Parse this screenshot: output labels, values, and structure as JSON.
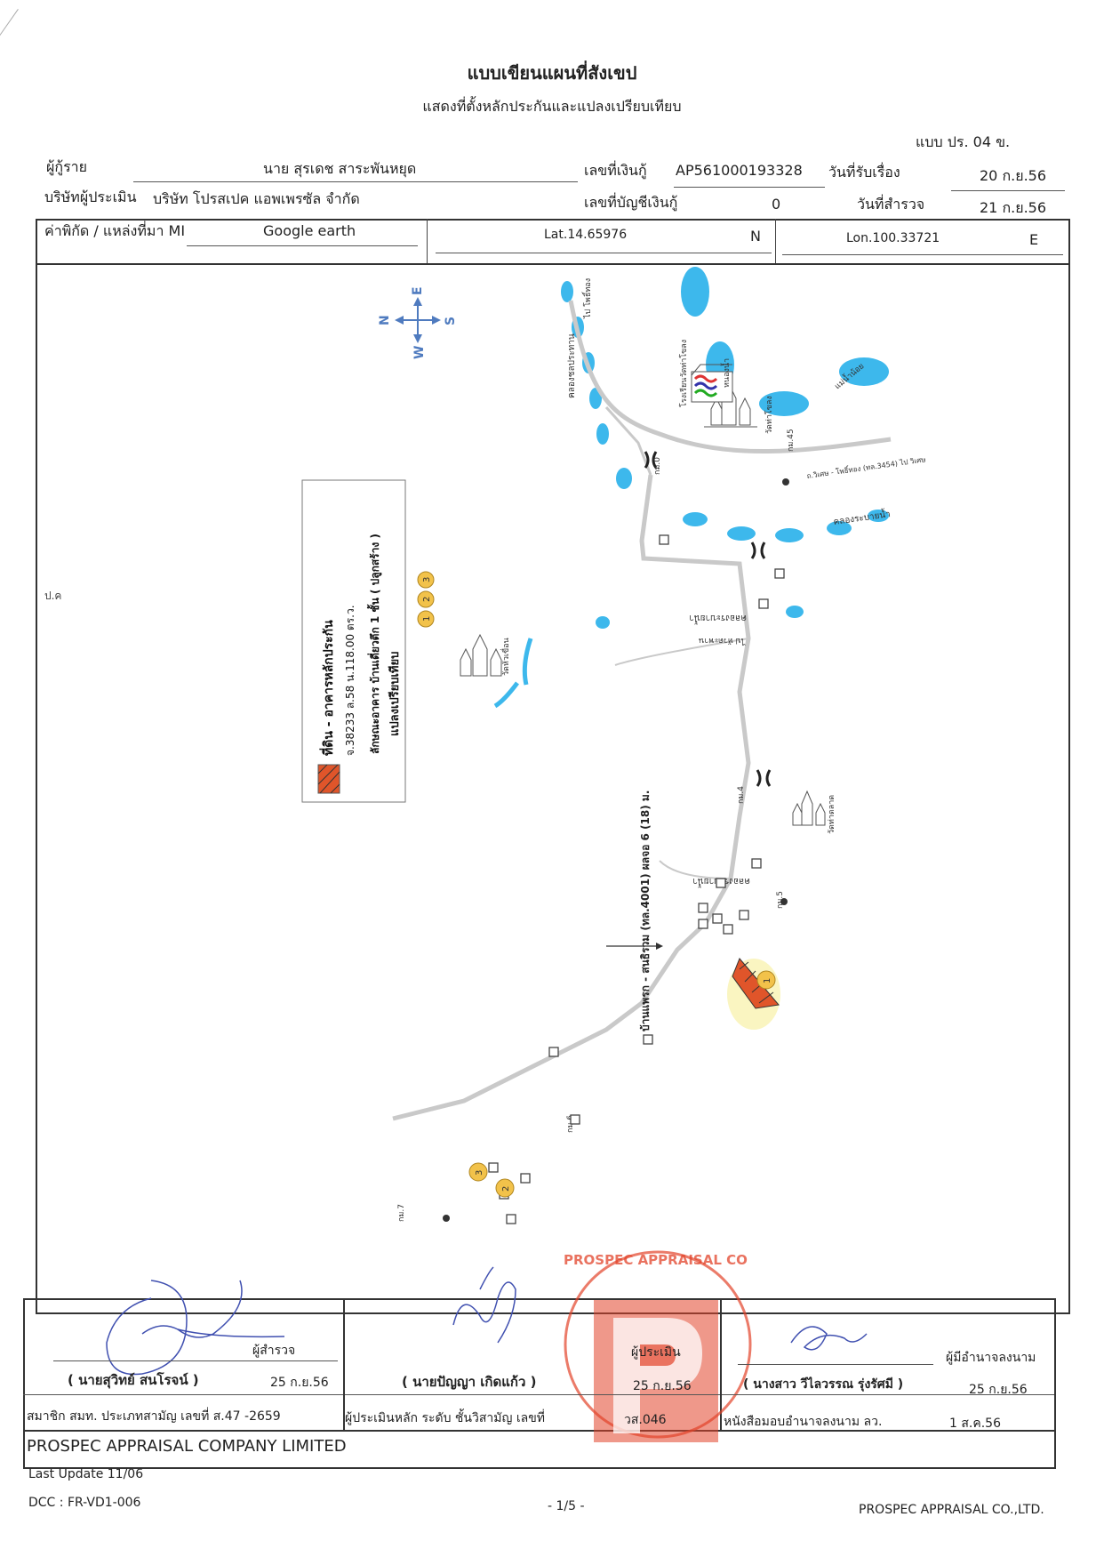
{
  "header": {
    "title": "แบบเขียนแผนที่สังเขป",
    "subtitle": "แสดงที่ตั้งหลักประกันและแปลงเปรียบเทียบ",
    "form_code": "แบบ ปร. 04 ข."
  },
  "info": {
    "borrower_label": "ผู้กู้ราย",
    "borrower_value": "นาย สุรเดช สาระพันหยุด",
    "loan_no_label": "เลขที่เงินกู้",
    "loan_no_value": "AP561000193328",
    "received_label": "วันที่รับเรื่อง",
    "received_value": "20 ก.ย.56",
    "appraiser_co_label": "บริษัทผู้ประเมิน",
    "appraiser_co_value": "บริษัท โปรสเปค แอพเพรซัล จำกัด",
    "account_no_label": "เลขที่บัญชีเงินกู้",
    "account_no_value": "0",
    "survey_date_label": "วันที่สำรวจ",
    "survey_date_value": "21 ก.ย.56",
    "coord_label": "ค่าพิกัด / แหล่งที่มา MI",
    "coord_source": "Google earth",
    "lat": "Lat.14.65976",
    "lat_dir": "N",
    "lon": "Lon.100.33721",
    "lon_dir": "E"
  },
  "map": {
    "compass": {
      "n": "N",
      "e": "E",
      "s": "S",
      "w": "W"
    },
    "legend": {
      "line1": "ที่ดิน - อาคารหลักประกัน",
      "line2": "จ.38233 ล.58 น.118.00 ตร.ว.",
      "line3": "ลักษณะอาคาร บ้านเดี่ยวตึก 1 ชั้น ( ปลูกสร้าง )",
      "compare_label": "แปลงเปรียบเทียบ",
      "markers": [
        "1",
        "2",
        "3"
      ]
    },
    "labels": {
      "road_main": "บ้านแพรก - สนธิรวม (ทล.4001) ผลจอ 6 (18) ม.",
      "canal_1": "คลองระบายน้ำ",
      "canal_2": "คลองระบายน้ำ",
      "canal_3": "คลองระบายน้ำ",
      "canal_4": "คลองชลประทาน",
      "road_top": "ไป โพธิ์ทอง",
      "road_rt": "ถ.วิเศษ - โพธิ์ทอง (ทล.3454) ไป วิเศษ",
      "road_left": "ไป หัวตะพาน",
      "temple_1": "วัดท่าโขลง",
      "temple_2": "วัดท่าตลาด",
      "temple_3": "วัดหัวเขื่อน",
      "km_0": "กม.0",
      "km_4": "กม.4",
      "km_5": "กม.5",
      "km_6": "กม.6",
      "km_7": "กม.7",
      "km_45": "กม.45",
      "pond_1": "หนองน้ำ",
      "pond_2": "แม่น้ำน้อย",
      "school": "โรงเรียนวัดท่าโขลง",
      "edge_top": "ป.ค",
      "marker_1": "1",
      "marker_2": "2",
      "marker_3": "3"
    }
  },
  "signatures": {
    "surveyor_role": "ผู้สำรวจ",
    "surveyor_name": "( นายสุวิทย์   สนโรจน์ )",
    "surveyor_date": "25 ก.ย.56",
    "surveyor_member": "สมาชิก สมท. ประเภทสามัญ  เลขที่  ส.47 -2659",
    "appraiser_role": "ผู้ประเมิน",
    "appraiser_name": "( นายปัญญา  เกิดแก้ว )",
    "appraiser_date": "25 ก.ย.56",
    "appraiser_level": "ผู้ประเมินหลัก ระดับ ชั้นวิสามัญ  เลขที่",
    "appraiser_no": "วส.046",
    "authorized_role": "ผู้มีอำนาจลงนาม",
    "authorized_name": "( นางสาว วีไลวรรณ  รุ่งรัศมี  )",
    "authorized_date": "25 ก.ย.56",
    "authorized_doc": "หนังสือมอบอำนาจลงนาม  ลว.",
    "authorized_doc_date": "1 ส.ค.56",
    "stamp_text": "PROSPEC APPRAISAL CO"
  },
  "company_bar": "PROSPEC APPRAISAL COMPANY LIMITED",
  "footer": {
    "last_update": "Last Update 11/06",
    "dcc": "DCC : FR-VD1-006",
    "page": "- 1/5 -",
    "company": "PROSPEC APPRAISAL CO.,LTD."
  },
  "colors": {
    "water": "#3db8ec",
    "marker": "#f2c24a",
    "subject": "#e0552a",
    "stamp": "#e2432a",
    "signature": "#4050b0"
  }
}
